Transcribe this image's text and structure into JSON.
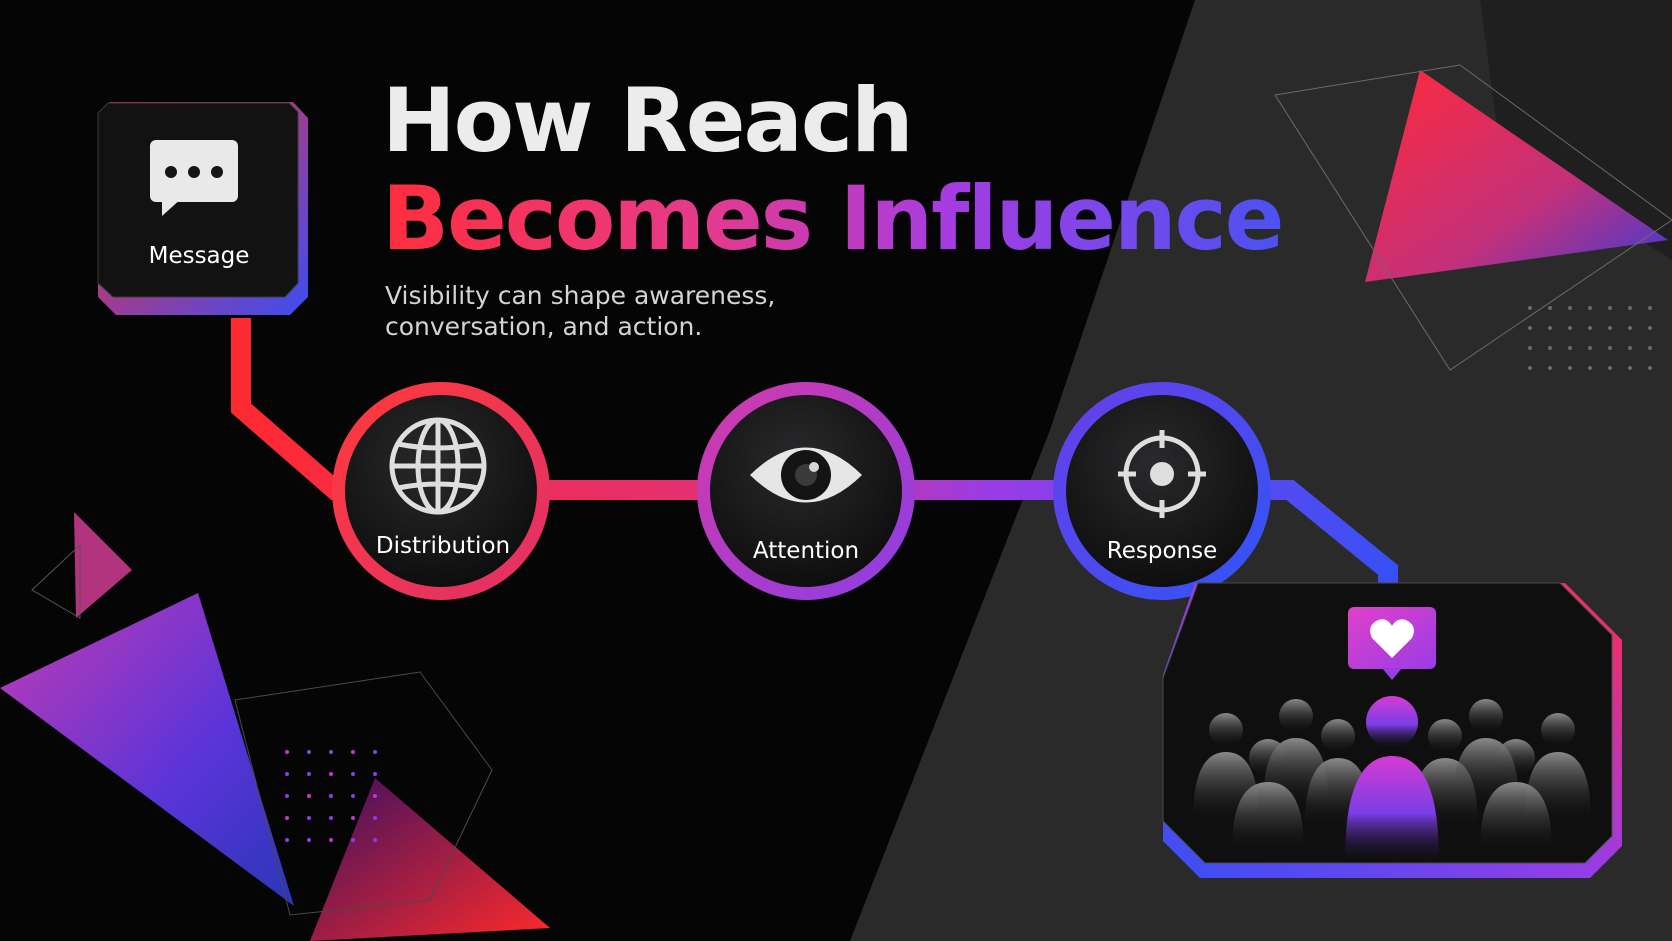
{
  "title": {
    "line1": "How Reach",
    "line2": "Becomes Influence"
  },
  "subtitle": "Visibility can shape awareness, conversation, and action.",
  "flow": [
    {
      "label": "Message",
      "icon": "speech-bubble-icon"
    },
    {
      "label": "Distribution",
      "icon": "globe-icon"
    },
    {
      "label": "Attention",
      "icon": "eye-icon"
    },
    {
      "label": "Response",
      "icon": "target-icon"
    },
    {
      "label": "",
      "icon": "audience-heart-icon"
    }
  ],
  "colors": {
    "red": "#ff2e3c",
    "magenta": "#d63aa8",
    "purple": "#8a3ee8",
    "blue": "#3a4ff2",
    "background": "#050506"
  }
}
